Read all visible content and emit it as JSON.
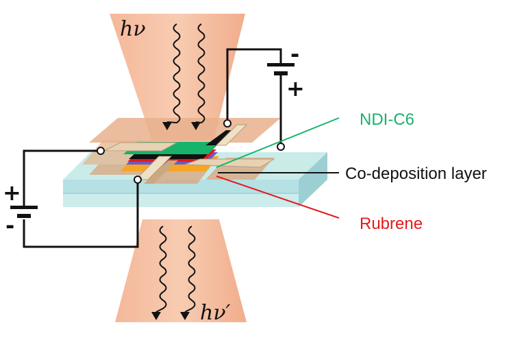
{
  "labels": {
    "ndi": "NDI-C6",
    "codep": "Co-deposition layer",
    "rubrene": "Rubrene"
  },
  "light": {
    "incident": "hν",
    "emitted": "hν′"
  },
  "battery_right": {
    "minus": "-",
    "plus": "+"
  },
  "battery_left": {
    "plus": "+",
    "minus": "-"
  },
  "colors": {
    "beam": "#f0a57f",
    "substrate": "#bfe6e3",
    "electrode": "#d9b08b",
    "ndi": "#16b36b",
    "rubrene": "#e5191c",
    "codep": "#111111",
    "orange_film": "#f5a623"
  }
}
